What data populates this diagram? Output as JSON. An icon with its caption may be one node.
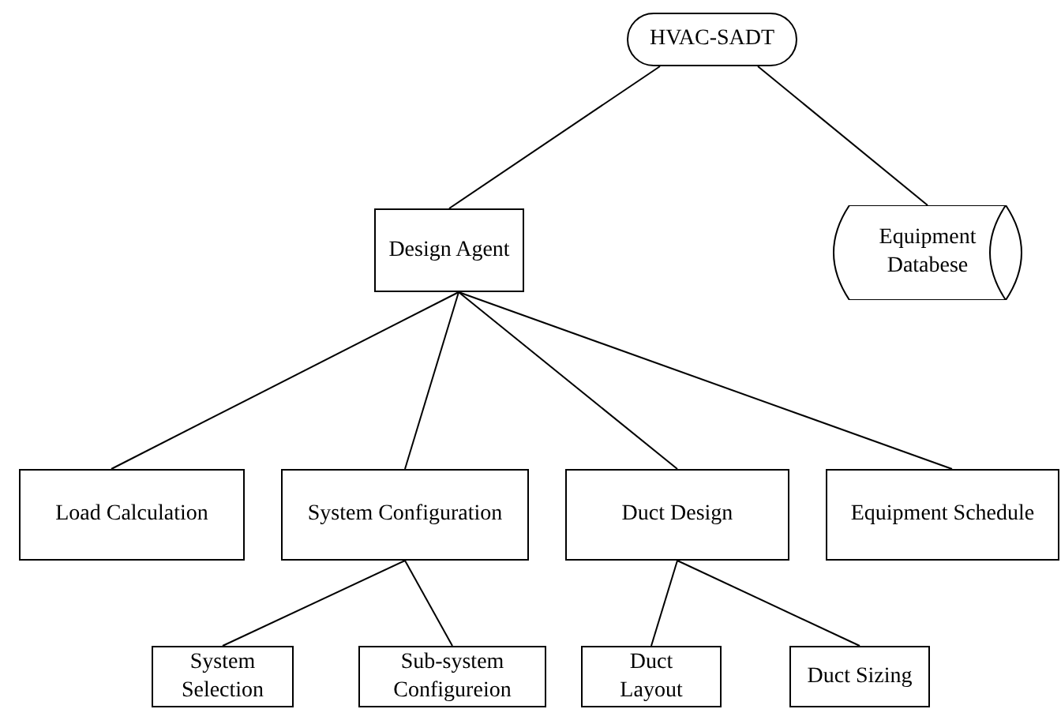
{
  "diagram": {
    "nodes": [
      {
        "text": [
          "HVAC-SADT"
        ]
      },
      {
        "text": [
          "Design Agent"
        ]
      },
      {
        "text": [
          "Equipment Databese"
        ]
      },
      {
        "text": [
          "Load Calculation"
        ]
      },
      {
        "text": [
          "System Configuration"
        ]
      },
      {
        "text": [
          "Duct Design"
        ]
      },
      {
        "text": [
          "Equipment Schedule"
        ]
      },
      {
        "text": [
          "System Selection"
        ]
      },
      {
        "text": [
          "Sub-system Configureion"
        ]
      },
      {
        "text": [
          "Duct Layout"
        ]
      },
      {
        "text": [
          "Duct Sizing"
        ]
      }
    ],
    "edges": [
      {
        "from": 0,
        "to": 1,
        "arrow": "none"
      },
      {
        "from": 0,
        "to": 2,
        "arrow": "none"
      },
      {
        "from": 1,
        "to": 3,
        "arrow": "none"
      },
      {
        "from": 1,
        "to": 4,
        "arrow": "none"
      },
      {
        "from": 1,
        "to": 5,
        "arrow": "none"
      },
      {
        "from": 1,
        "to": 6,
        "arrow": "none"
      },
      {
        "from": 4,
        "to": 7,
        "arrow": "none"
      },
      {
        "from": 4,
        "to": 8,
        "arrow": "none"
      },
      {
        "from": 5,
        "to": 9,
        "arrow": "none"
      },
      {
        "from": 5,
        "to": 10,
        "arrow": "none"
      }
    ]
  }
}
